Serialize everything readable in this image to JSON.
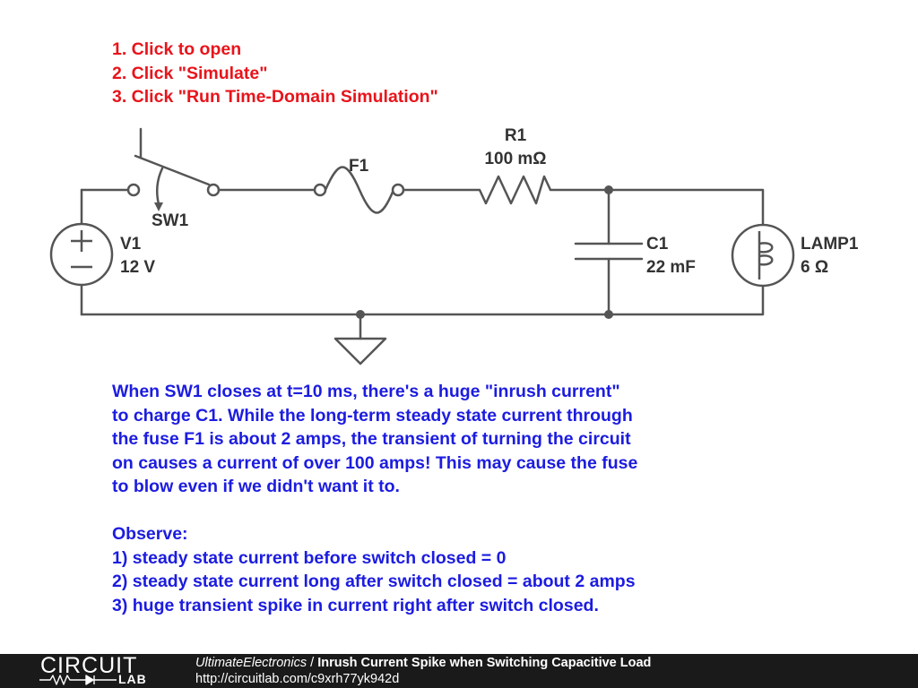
{
  "instructions": [
    "1. Click to open",
    "2. Click \"Simulate\"",
    "3. Click \"Run Time-Domain Simulation\""
  ],
  "components": {
    "sw1": {
      "name": "SW1"
    },
    "f1": {
      "name": "F1"
    },
    "r1": {
      "name": "R1",
      "value": "100 mΩ"
    },
    "v1": {
      "name": "V1",
      "value": "12 V"
    },
    "c1": {
      "name": "C1",
      "value": "22 mF"
    },
    "lamp1": {
      "name": "LAMP1",
      "value": "6 Ω"
    }
  },
  "description": [
    "When SW1 closes at t=10 ms, there's a huge \"inrush current\"",
    "to charge C1. While the long-term steady state current through",
    "the fuse F1 is about 2 amps, the transient of turning the circuit",
    "on causes a current of over 100 amps! This may cause the fuse",
    "to blow even if we didn't want it to.",
    "",
    "Observe:",
    "1) steady state current before switch closed = 0",
    "2) steady state current long after switch closed = about 2 amps",
    "3) huge transient spike in current right after switch closed."
  ],
  "footer": {
    "logo_top": "CIRCUIT",
    "logo_bottom": "LAB",
    "author": "UltimateElectronics",
    "separator": " / ",
    "title": "Inrush Current Spike when Switching Capacitive Load",
    "url": "http://circuitlab.com/c9xrh77yk942d"
  },
  "colors": {
    "instructions": "#e8141b",
    "description": "#1c1ce0",
    "wire": "#555555",
    "footer_bg": "#1a1a1a"
  }
}
